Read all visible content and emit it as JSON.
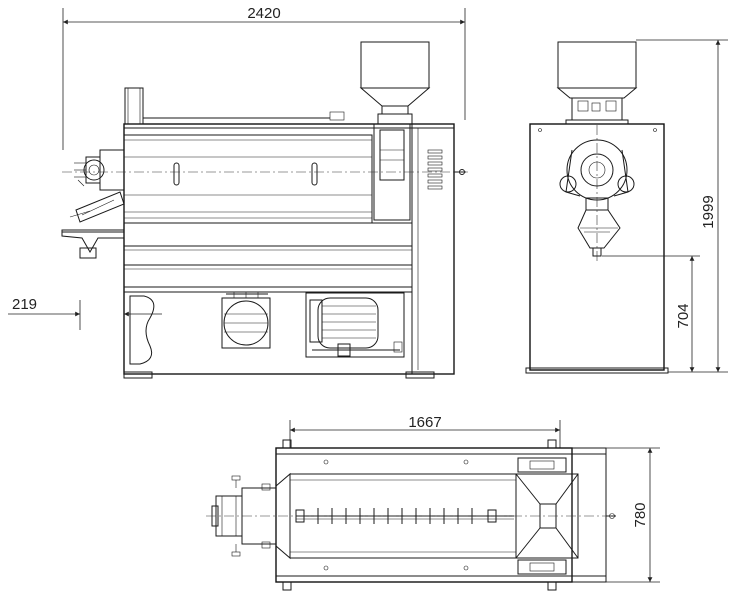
{
  "dimensions": {
    "overall_length": "2420",
    "overall_height": "1999",
    "outlet_height": "704",
    "inlet_offset": "219",
    "frame_length": "1667",
    "frame_width": "780"
  }
}
